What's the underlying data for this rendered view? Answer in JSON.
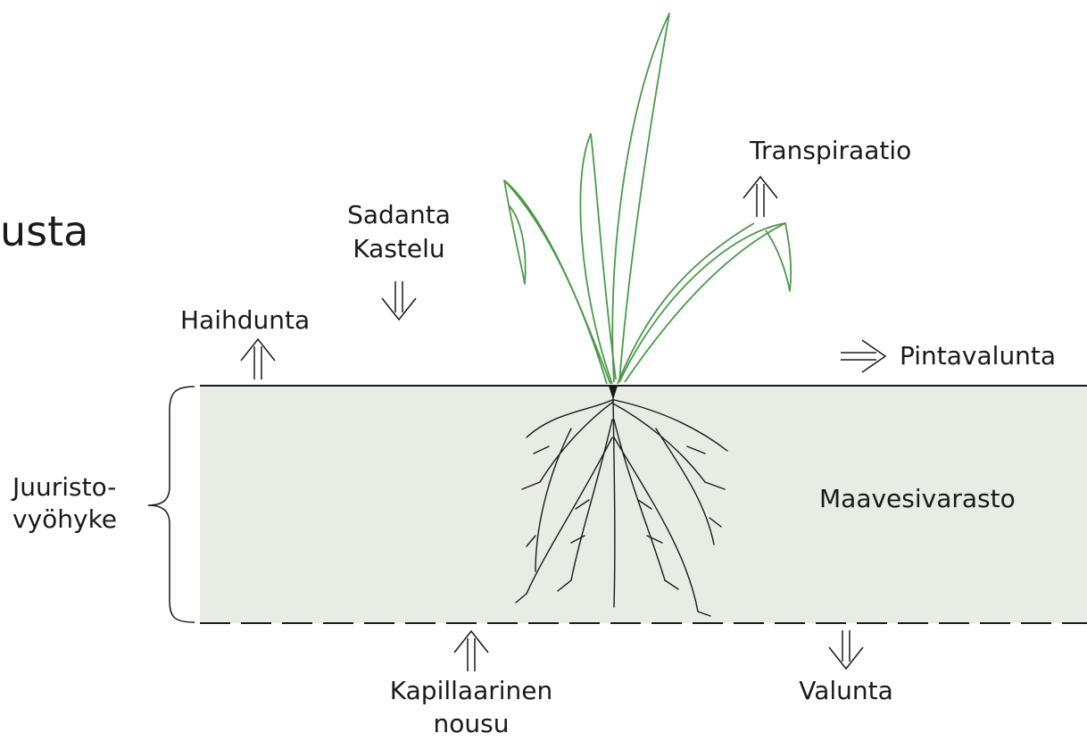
{
  "slide_title_fragment": "usta",
  "labels": {
    "transpiraatio": "Transpiraatio",
    "sadanta": "Sadanta",
    "kastelu": "Kastelu",
    "haihdunta": "Haihdunta",
    "pintavalunta": "Pintavalunta",
    "juuristo_line1": "Juuristo-",
    "juuristo_line2": "vyöhyke",
    "maavesivarasto": "Maavesivarasto",
    "kapillaarinen_line1": "Kapillaarinen",
    "kapillaarinen_line2": "nousu",
    "valunta": "Valunta"
  },
  "colors": {
    "soil_fill": "#e8ece4",
    "plant_stroke": "#4a9a4a",
    "line": "#1a1a1a"
  }
}
